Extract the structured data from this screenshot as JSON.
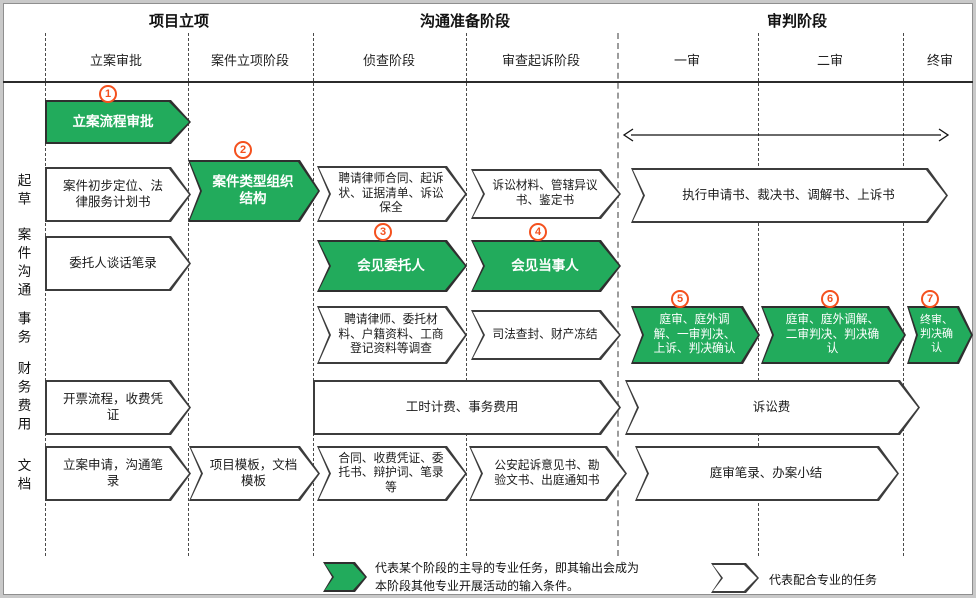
{
  "colors": {
    "green": "#22ab5c",
    "badge": "#f4511e"
  },
  "phases": [
    {
      "label": "项目立项"
    },
    {
      "label": "沟通准备阶段"
    },
    {
      "label": "审判阶段"
    }
  ],
  "columns": [
    {
      "label": "立案审批"
    },
    {
      "label": "案件立项阶段"
    },
    {
      "label": "侦查阶段"
    },
    {
      "label": "审查起诉阶段"
    },
    {
      "label": "一审"
    },
    {
      "label": "二审"
    },
    {
      "label": "终审"
    }
  ],
  "lanes": [
    {
      "label": "起草"
    },
    {
      "label": "案件沟通"
    },
    {
      "label": "事务"
    },
    {
      "label": "财务费用"
    },
    {
      "label": "文档"
    }
  ],
  "steps": {
    "approval": {
      "label": "立案流程审批",
      "badge": "1"
    },
    "case_position": {
      "label": "案件初步定位、法律服务计划书"
    },
    "case_type": {
      "label": "案件类型组织结构",
      "badge": "2"
    },
    "lawyer_contract": {
      "label": "聘请律师合同、起诉状、证据清单、诉讼保全"
    },
    "litigation_materials": {
      "label": "诉讼材料、管辖异议书、鉴定书"
    },
    "execution_docs": {
      "label": "执行申请书、裁决书、调解书、上诉书"
    },
    "client_notes": {
      "label": "委托人谈话笔录"
    },
    "meet_client": {
      "label": "会见委托人",
      "badge": "3"
    },
    "meet_party": {
      "label": "会见当事人",
      "badge": "4"
    },
    "investigation": {
      "label": "聘请律师、委托材料、户籍资料、工商登记资料等调查"
    },
    "seizure": {
      "label": "司法查封、财产冻结"
    },
    "first_trial": {
      "label": "庭审、庭外调解、一审判决、上诉、判决确认",
      "badge": "5"
    },
    "second_trial": {
      "label": "庭审、庭外调解、二审判决、判决确认",
      "badge": "6"
    },
    "final_trial": {
      "label": "终审、判决确认",
      "badge": "7"
    },
    "billing": {
      "label": "开票流程，收费凭证"
    },
    "time_billing": {
      "label": "工时计费、事务费用"
    },
    "litigation_fee": {
      "label": "诉讼费"
    },
    "filing_request": {
      "label": "立案申请，沟通笔录"
    },
    "project_template": {
      "label": "项目模板，文档模板"
    },
    "contract_docs": {
      "label": "合同、收费凭证、委托书、辩护词、笔录等"
    },
    "prosecution_docs": {
      "label": "公安起诉意见书、勘验文书、出庭通知书"
    },
    "court_notes": {
      "label": "庭审笔录、办案小结"
    }
  },
  "legend": {
    "primary": "代表某个阶段的主导的专业任务，即其输出会成为本阶段其他专业开展活动的输入条件。",
    "support": "代表配合专业的任务"
  }
}
